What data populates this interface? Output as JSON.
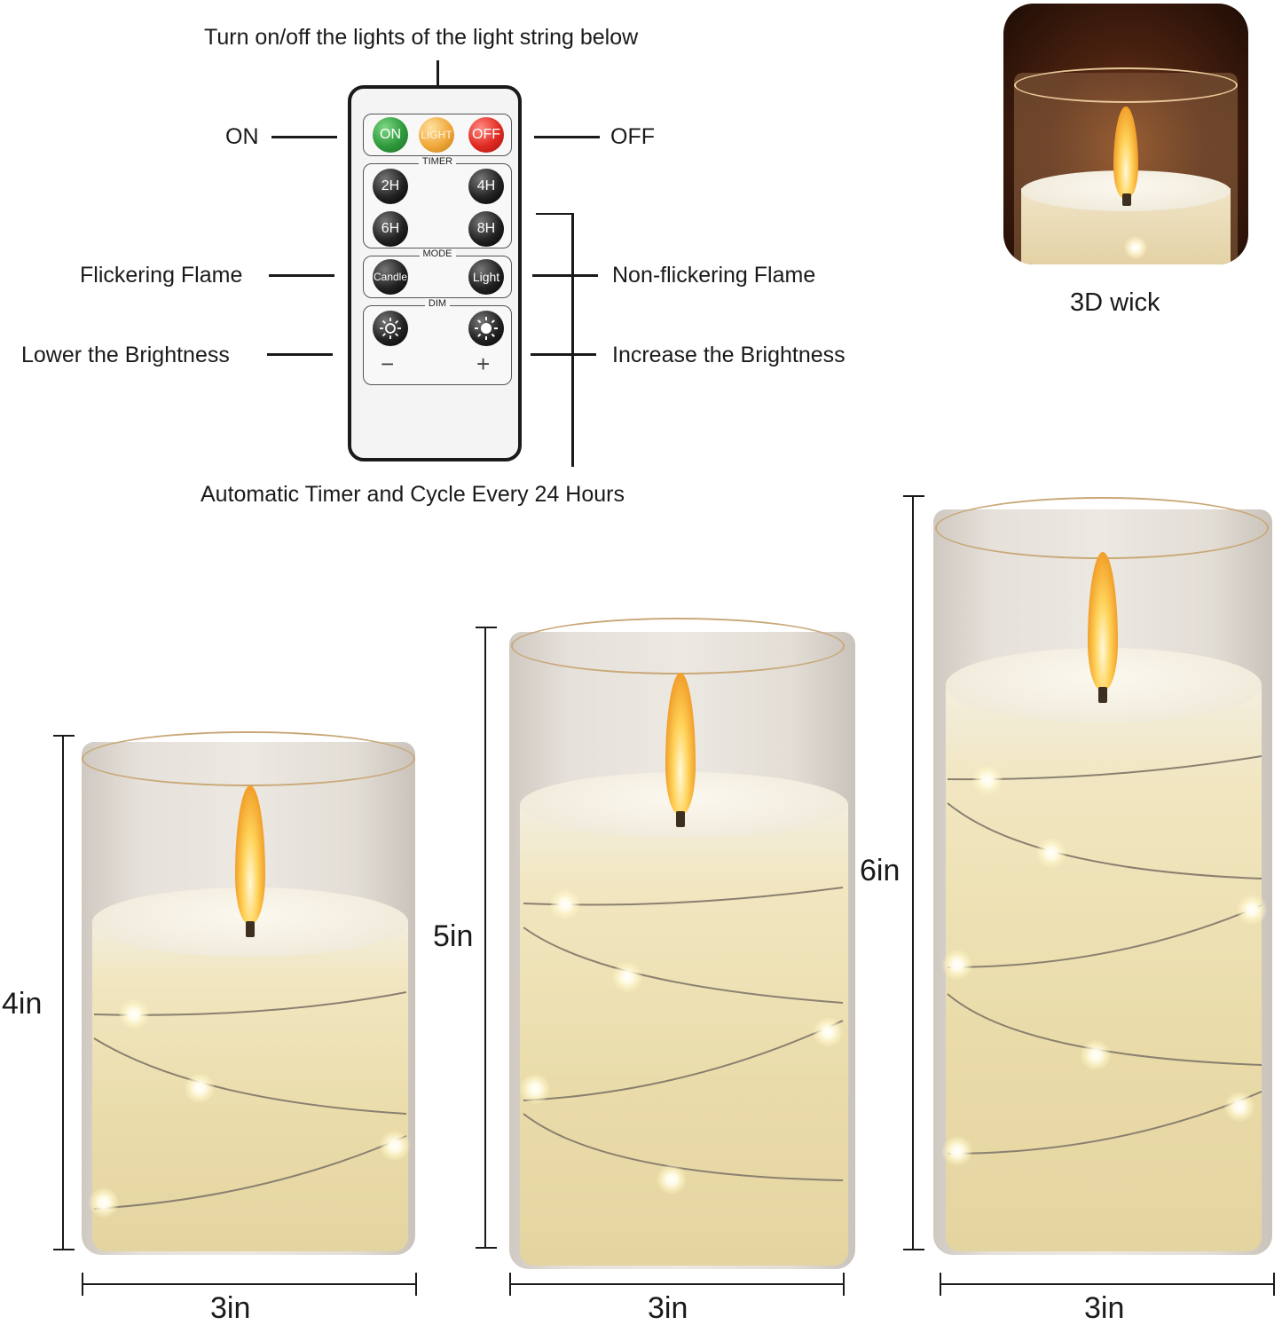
{
  "remote": {
    "header_label": "Turn on/off the lights of the light string below",
    "footer_label": "Automatic Timer and Cycle Every 24 Hours",
    "buttons": {
      "on": "ON",
      "light": "LIGHT",
      "off": "OFF",
      "timer_title": "TIMER",
      "t2": "2H",
      "t4": "4H",
      "t6": "6H",
      "t8": "8H",
      "mode_title": "MODE",
      "candle": "Candle",
      "light_mode": "Light",
      "dim_title": "DIM",
      "minus": "−",
      "plus": "+"
    },
    "callouts": {
      "on": "ON",
      "off": "OFF",
      "flicker": "Flickering Flame",
      "non_flicker": "Non-flickering Flame",
      "lower": "Lower the Brightness",
      "increase": "Increase the Brightness"
    },
    "colors": {
      "on": "#2e9a3c",
      "light": "#f0a83a",
      "off": "#e02a22"
    }
  },
  "wick_photo": {
    "caption": "3D wick"
  },
  "candles": [
    {
      "height_label": "4in",
      "width_label": "3in"
    },
    {
      "height_label": "5in",
      "width_label": "3in"
    },
    {
      "height_label": "6in",
      "width_label": "3in"
    }
  ]
}
